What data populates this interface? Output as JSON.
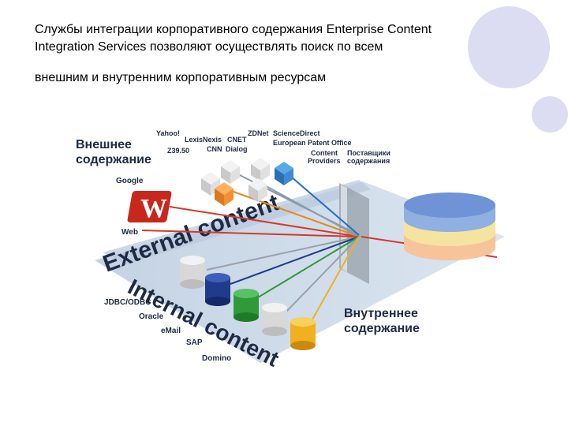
{
  "title": {
    "line1": "Службы интеграции корпоративного содержания Enterprise Content",
    "line2": "Integration Services позволяют осуществлять поиск по всем",
    "line3": "внешним и внутренним корпоративным ресурсам"
  },
  "diagram": {
    "external_heading": [
      "Внешнее",
      "содержание"
    ],
    "internal_heading": [
      "Внутреннее",
      "содержание"
    ],
    "providers_en": [
      "Content",
      "Providers"
    ],
    "providers_ru": [
      "Поставщики",
      "содержания"
    ],
    "external_band": "External content",
    "internal_band": "Internal content",
    "external_sources": [
      "Yahoo!",
      "LexisNexis",
      "CNET",
      "ZDNet",
      "ScienceDirect",
      "Z39.50",
      "CNN",
      "Dialog",
      "European Patent Office",
      "Google",
      "Web"
    ],
    "internal_sources": [
      "JDBC/ODBC",
      "Oracle",
      "eMail",
      "SAP",
      "Domino"
    ]
  },
  "colors": {
    "circles": "#dcdcf2",
    "band": "#c7d6e6",
    "red": "#d43a2a",
    "blue": "#1f6fc4",
    "yellow": "#f0b020"
  }
}
